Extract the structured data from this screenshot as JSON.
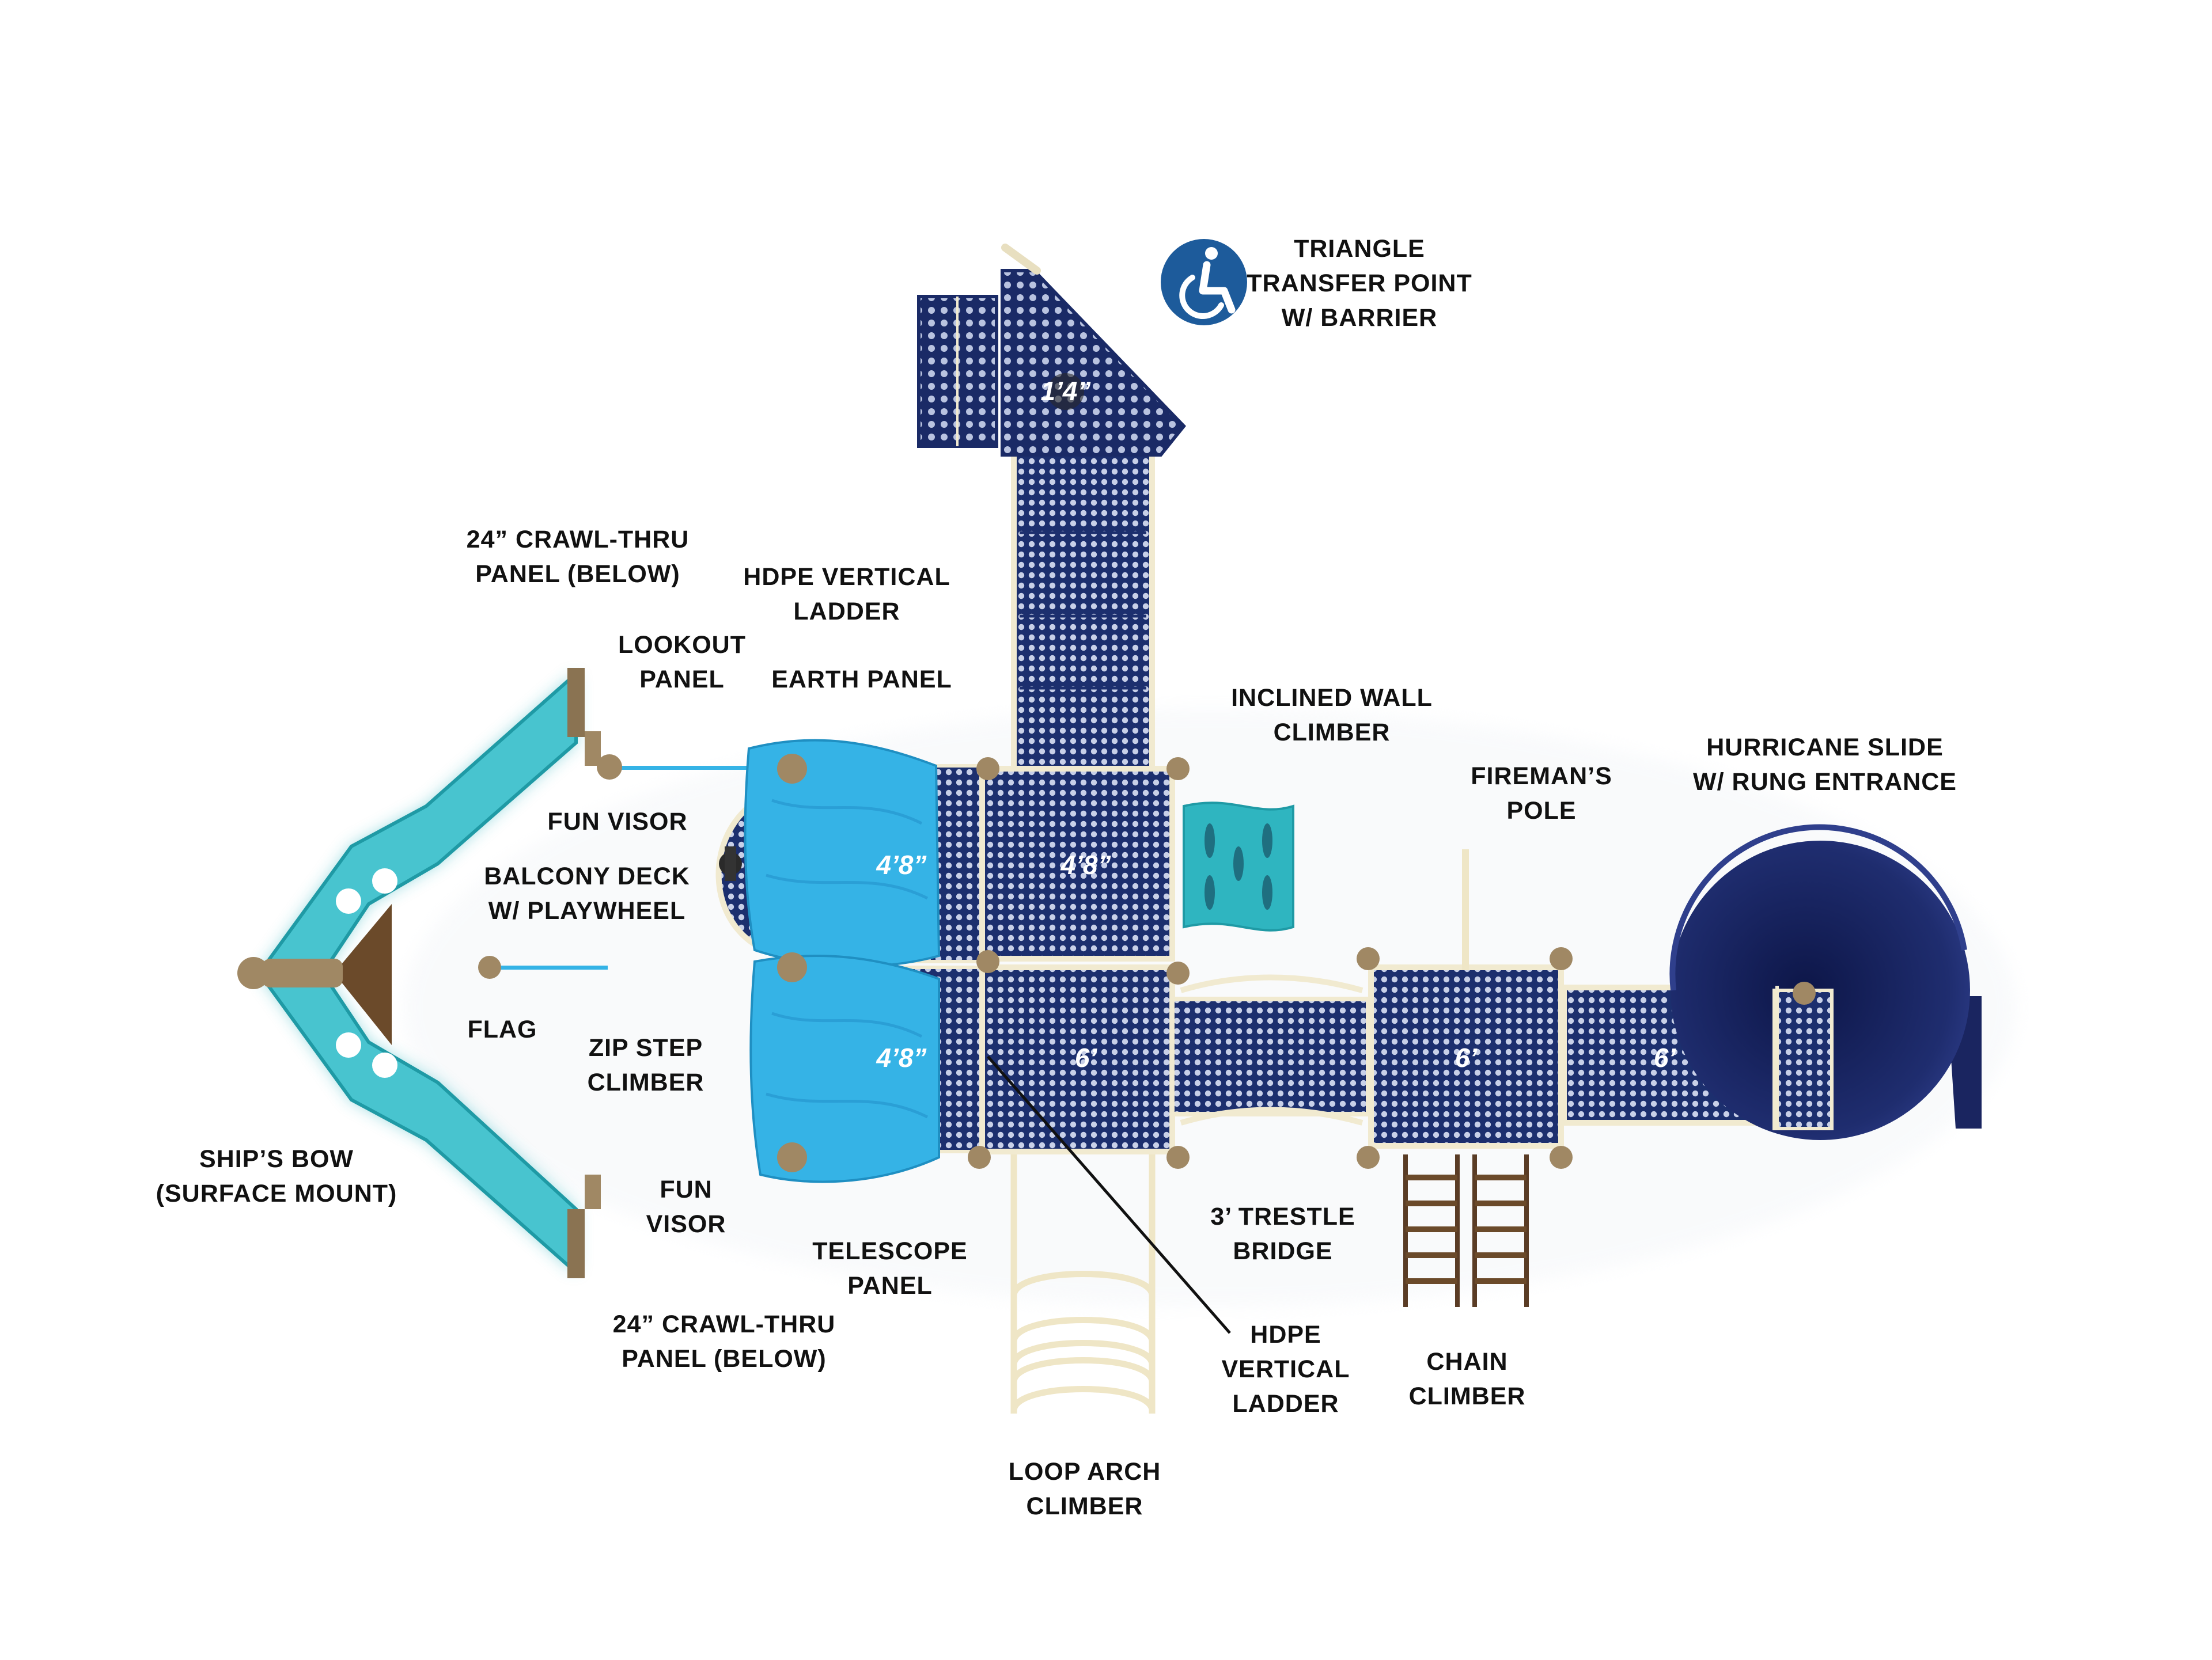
{
  "labels": {
    "triangle_transfer": [
      "TRIANGLE",
      "TRANSFER POINT",
      "W/ BARRIER"
    ],
    "crawl_thru_top": [
      "24” CRAWL-THRU",
      "PANEL (BELOW)"
    ],
    "hdpe_ladder_top": [
      "HDPE VERTICAL",
      "LADDER"
    ],
    "lookout_panel": [
      "LOOKOUT",
      "PANEL"
    ],
    "earth_panel": [
      "EARTH PANEL"
    ],
    "inclined_wall": [
      "INCLINED WALL",
      "CLIMBER"
    ],
    "firemans_pole": [
      "FIREMAN’S",
      "POLE"
    ],
    "hurricane_slide": [
      "HURRICANE SLIDE",
      "W/ RUNG ENTRANCE"
    ],
    "fun_visor_top": [
      "FUN VISOR"
    ],
    "balcony_deck": [
      "BALCONY DECK",
      "W/ PLAYWHEEL"
    ],
    "flag": [
      "FLAG"
    ],
    "zip_step": [
      "ZIP STEP",
      "CLIMBER"
    ],
    "ships_bow": [
      "SHIP’S BOW",
      "(SURFACE MOUNT)"
    ],
    "fun_visor_bottom": [
      "FUN",
      "VISOR"
    ],
    "telescope_panel": [
      "TELESCOPE",
      "PANEL"
    ],
    "crawl_thru_bottom": [
      "24” CRAWL-THRU",
      "PANEL (BELOW)"
    ],
    "hdpe_ladder_bottom": [
      "HDPE",
      "VERTICAL",
      "LADDER"
    ],
    "trestle_bridge": [
      "3’ TRESTLE",
      "BRIDGE"
    ],
    "chain_climber": [
      "CHAIN",
      "CLIMBER"
    ],
    "loop_arch": [
      "LOOP ARCH",
      "CLIMBER"
    ]
  },
  "deck_heights": {
    "top": "1’4”",
    "left_upper": "4’8”",
    "center_upper": "4’8”",
    "left_lower": "4’8”",
    "center_lower": "6’",
    "right_middle": "6’",
    "right_end": "6’"
  },
  "icons": {
    "accessibility": "wheelchair-accessibility-icon"
  },
  "colors": {
    "deck_navy": "#1c2f6e",
    "visor_blue": "#35b3e6",
    "bow_teal": "#2fb5c0",
    "post_tan": "#f1ead0",
    "clamp_brown": "#a08864",
    "slide_navy": "#1a2560",
    "access_blue": "#1d5b9b"
  }
}
